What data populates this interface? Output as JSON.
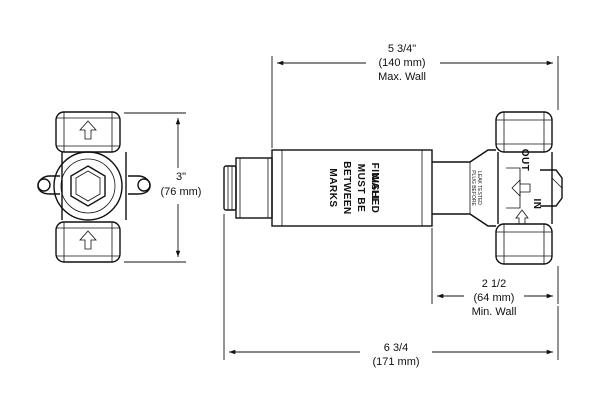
{
  "dimensions": {
    "max_wall": {
      "imperial": "5 3/4\"",
      "metric": "(140 mm)",
      "note": "Max. Wall"
    },
    "height": {
      "imperial": "3\"",
      "metric": "(76 mm)"
    },
    "min_wall": {
      "imperial": "2 1/2",
      "metric": "(64 mm)",
      "note": "Min. Wall"
    },
    "overall": {
      "imperial": "6 3/4",
      "metric": "(171 mm)"
    }
  },
  "sleeve_text": {
    "line1": "FINISHED",
    "line2": "WALL",
    "line3": "MUST BE",
    "line4": "BETWEEN",
    "line5": "MARKS"
  },
  "port_labels": {
    "outlet": "OUT",
    "inlet": "IN"
  },
  "body_marking": {
    "line1": "LEAK TESTED",
    "line2": "PLUG BEFORE"
  }
}
